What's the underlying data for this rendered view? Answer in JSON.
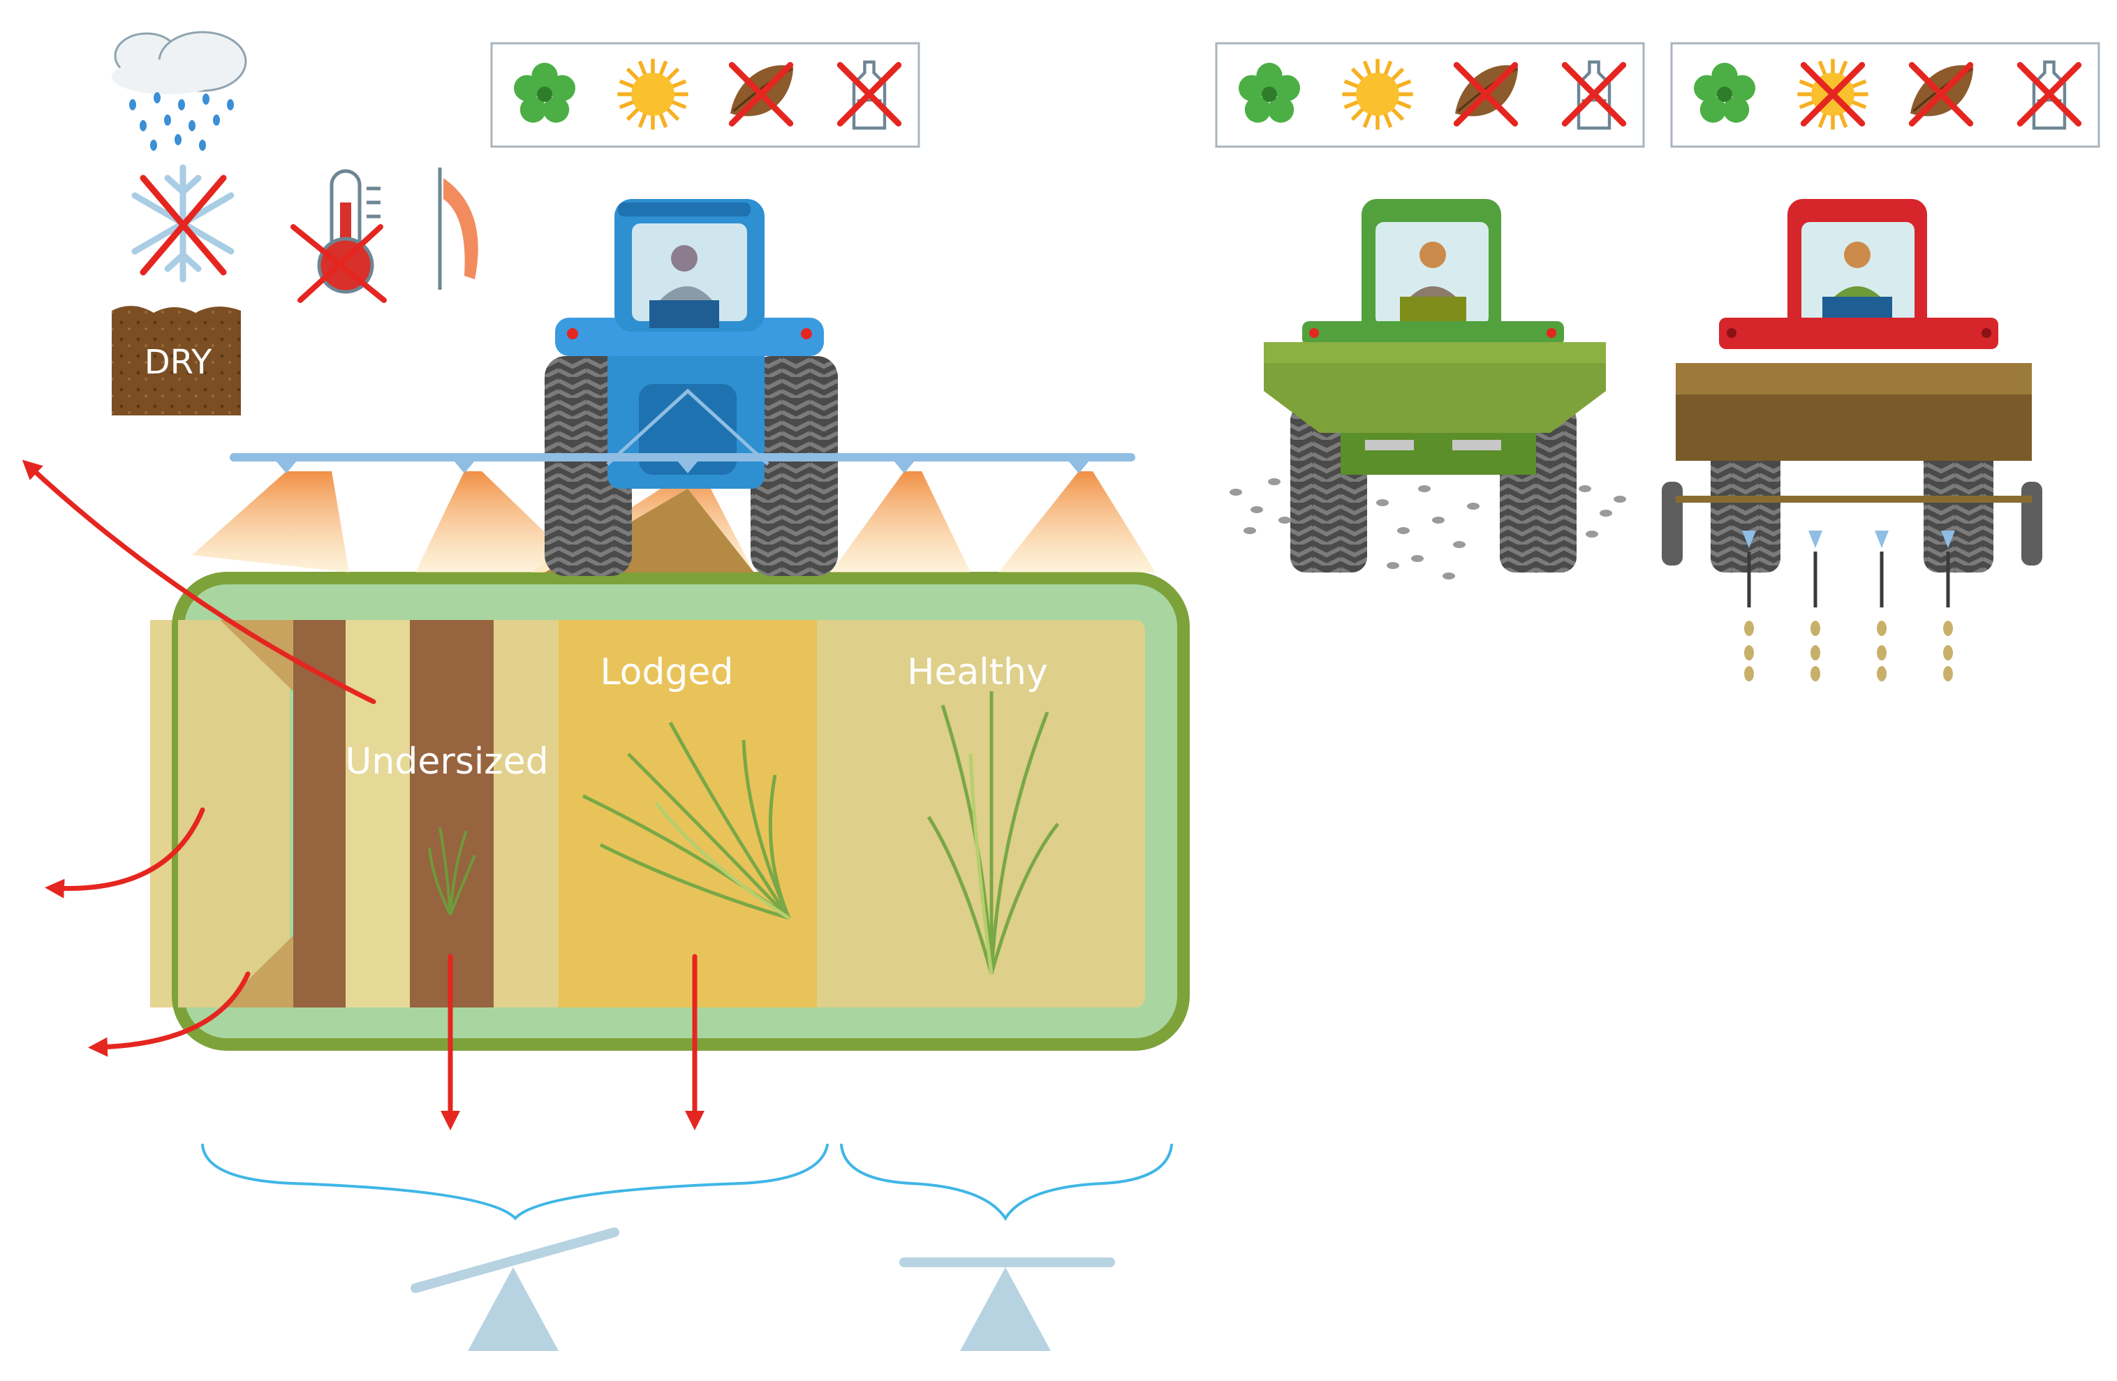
{
  "labels": {
    "dry": "DRY",
    "undersized": "Undersized",
    "lodged": "Lodged",
    "healthy": "Healthy"
  },
  "colors": {
    "accent_red": "#e52620",
    "water_blue": "#3fb6e6",
    "scale_blue": "#b7d3e2",
    "sprayer_blue": "#2e8fd1",
    "spreader_green": "#52a13d",
    "driller_red": "#d6252b",
    "field_border": "#7ea23a",
    "field_fill": "#decf8a",
    "lodged_fill": "#e8c35a",
    "soil_brown": "#96643f"
  },
  "icon_panels": [
    {
      "id": "sprayer",
      "icons": [
        "flower-icon",
        "sun-icon",
        "seed-crossed-icon",
        "bottle-crossed-icon"
      ]
    },
    {
      "id": "spreader",
      "icons": [
        "flower-icon",
        "sun-icon",
        "seed-crossed-icon",
        "bottle-crossed-icon"
      ]
    },
    {
      "id": "driller",
      "icons": [
        "flower-icon",
        "sun-crossed-icon",
        "seed-crossed-icon",
        "bottle-crossed-icon"
      ]
    }
  ]
}
